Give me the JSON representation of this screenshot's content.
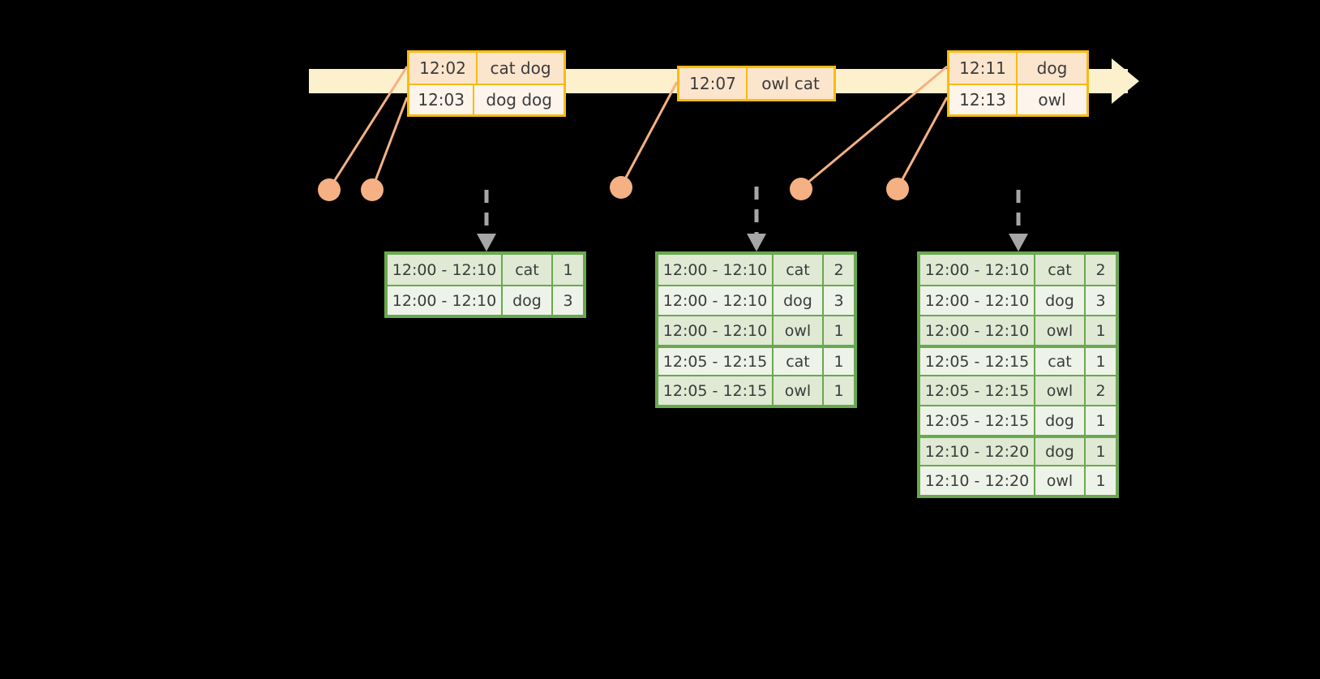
{
  "timeline": {
    "name": "event-timeline",
    "arrow_direction": "right",
    "colors": {
      "bar": "#fdf0cd",
      "box_border": "#f5bc14",
      "connector": "#f5b183",
      "table_border": "#6aa84f",
      "dashed_arrow": "#a6a6a6"
    },
    "events": [
      {
        "id": "event-box-1",
        "rows": [
          {
            "time": "12:02",
            "words": "cat dog"
          },
          {
            "time": "12:03",
            "words": "dog dog"
          }
        ]
      },
      {
        "id": "event-box-2",
        "rows": [
          {
            "time": "12:07",
            "words": "owl cat"
          }
        ]
      },
      {
        "id": "event-box-3",
        "rows": [
          {
            "time": "12:11",
            "words": "dog"
          },
          {
            "time": "12:13",
            "words": "owl"
          }
        ]
      }
    ]
  },
  "results": [
    {
      "id": "result-table-1",
      "rows": [
        {
          "window": "12:00 - 12:10",
          "word": "cat",
          "count": "1"
        },
        {
          "window": "12:00 - 12:10",
          "word": "dog",
          "count": "3"
        }
      ]
    },
    {
      "id": "result-table-2",
      "rows": [
        {
          "window": "12:00 - 12:10",
          "word": "cat",
          "count": "2"
        },
        {
          "window": "12:00 - 12:10",
          "word": "dog",
          "count": "3"
        },
        {
          "window": "12:00 - 12:10",
          "word": "owl",
          "count": "1"
        },
        {
          "window": "12:05 - 12:15",
          "word": "cat",
          "count": "1"
        },
        {
          "window": "12:05 - 12:15",
          "word": "owl",
          "count": "1"
        }
      ]
    },
    {
      "id": "result-table-3",
      "rows": [
        {
          "window": "12:00 - 12:10",
          "word": "cat",
          "count": "2"
        },
        {
          "window": "12:00 - 12:10",
          "word": "dog",
          "count": "3"
        },
        {
          "window": "12:00 - 12:10",
          "word": "owl",
          "count": "1"
        },
        {
          "window": "12:05 - 12:15",
          "word": "cat",
          "count": "1"
        },
        {
          "window": "12:05 - 12:15",
          "word": "owl",
          "count": "2"
        },
        {
          "window": "12:05 - 12:15",
          "word": "dog",
          "count": "1"
        },
        {
          "window": "12:10 - 12:20",
          "word": "dog",
          "count": "1"
        },
        {
          "window": "12:10 - 12:20",
          "word": "owl",
          "count": "1"
        }
      ]
    }
  ]
}
